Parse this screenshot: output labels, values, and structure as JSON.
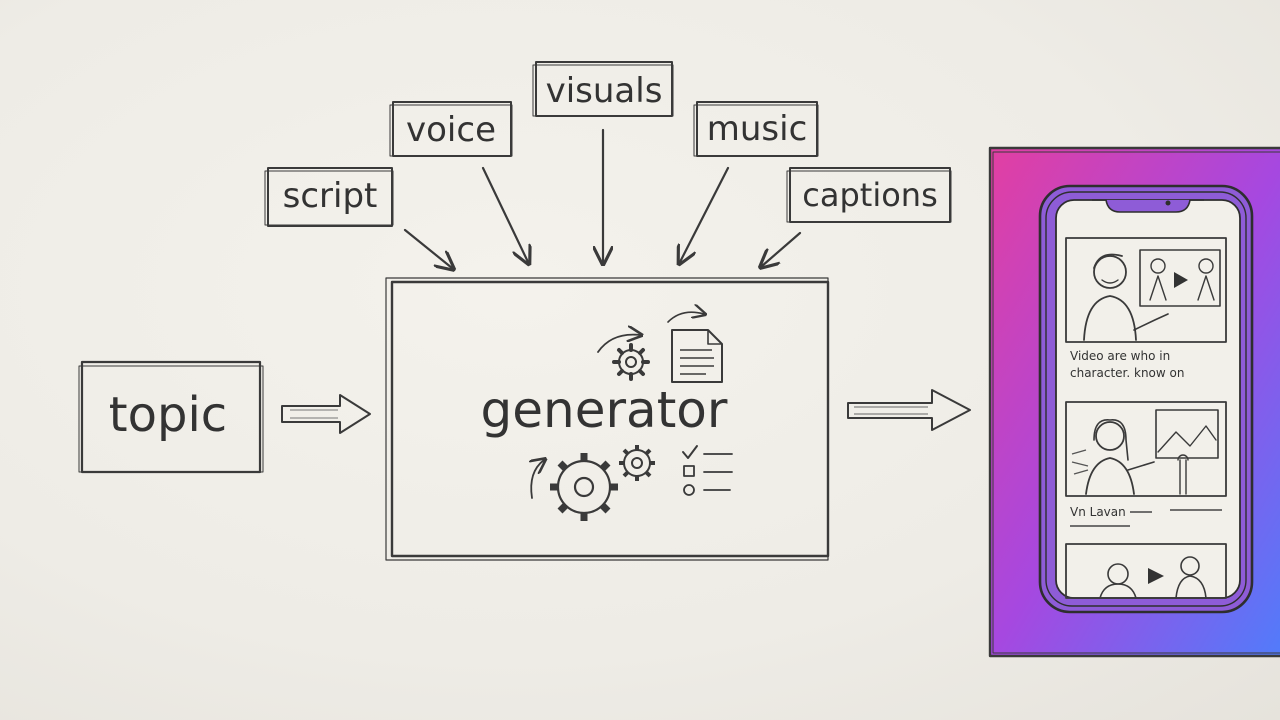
{
  "diagram": {
    "inputs": {
      "topic": "topic",
      "script": "script",
      "voice": "voice",
      "visuals": "visuals",
      "music": "music",
      "captions": "captions"
    },
    "center": {
      "label": "generator"
    },
    "phone": {
      "card1_text_line1": "Video are who in",
      "card1_text_line2": "character. know on",
      "card2_text": "Vn Lavan"
    },
    "colors": {
      "panel_gradient_start": "#e23fa2",
      "panel_gradient_mid": "#a648e0",
      "panel_gradient_end": "#4f7dfb",
      "ink": "#333333",
      "paper": "#f1efe9"
    }
  }
}
